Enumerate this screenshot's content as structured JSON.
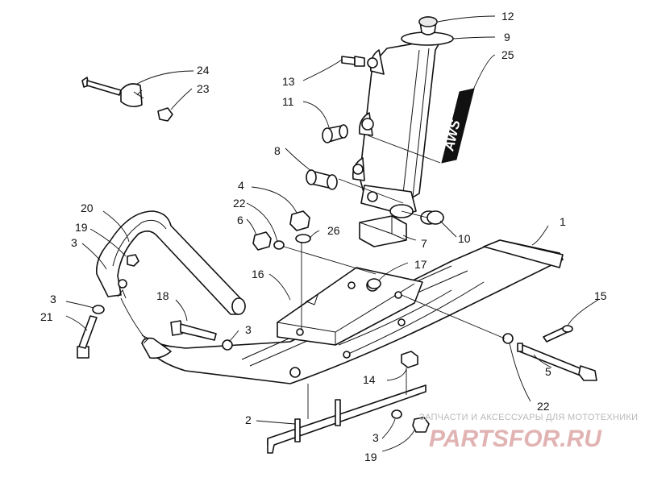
{
  "callouts": [
    {
      "id": "c12",
      "label": "12"
    },
    {
      "id": "c9",
      "label": "9"
    },
    {
      "id": "c25",
      "label": "25"
    },
    {
      "id": "c13",
      "label": "13"
    },
    {
      "id": "c11",
      "label": "11"
    },
    {
      "id": "c24",
      "label": "24"
    },
    {
      "id": "c23",
      "label": "23"
    },
    {
      "id": "c8",
      "label": "8"
    },
    {
      "id": "c4",
      "label": "4"
    },
    {
      "id": "c22a",
      "label": "22"
    },
    {
      "id": "c6",
      "label": "6"
    },
    {
      "id": "c26",
      "label": "26"
    },
    {
      "id": "c7",
      "label": "7"
    },
    {
      "id": "c10",
      "label": "10"
    },
    {
      "id": "c20",
      "label": "20"
    },
    {
      "id": "c19a",
      "label": "19"
    },
    {
      "id": "c3a",
      "label": "3"
    },
    {
      "id": "c16",
      "label": "16"
    },
    {
      "id": "c17",
      "label": "17"
    },
    {
      "id": "c1",
      "label": "1"
    },
    {
      "id": "c18",
      "label": "18"
    },
    {
      "id": "c3b",
      "label": "3"
    },
    {
      "id": "c21",
      "label": "21"
    },
    {
      "id": "c3c",
      "label": "3"
    },
    {
      "id": "c15",
      "label": "15"
    },
    {
      "id": "c14",
      "label": "14"
    },
    {
      "id": "c5",
      "label": "5"
    },
    {
      "id": "c22b",
      "label": "22"
    },
    {
      "id": "c2",
      "label": "2"
    },
    {
      "id": "c3d",
      "label": "3"
    },
    {
      "id": "c19b",
      "label": "19"
    }
  ],
  "decal": {
    "text": "AWS"
  },
  "watermark": {
    "caption": "ЗАПЧАСТИ И АКСЕССУАРЫ ДЛЯ МОТОТЕХНИКИ",
    "logo": "PARTSFOR.RU"
  },
  "colors": {
    "ink": "#111111",
    "watermark": "#d79a9a"
  }
}
